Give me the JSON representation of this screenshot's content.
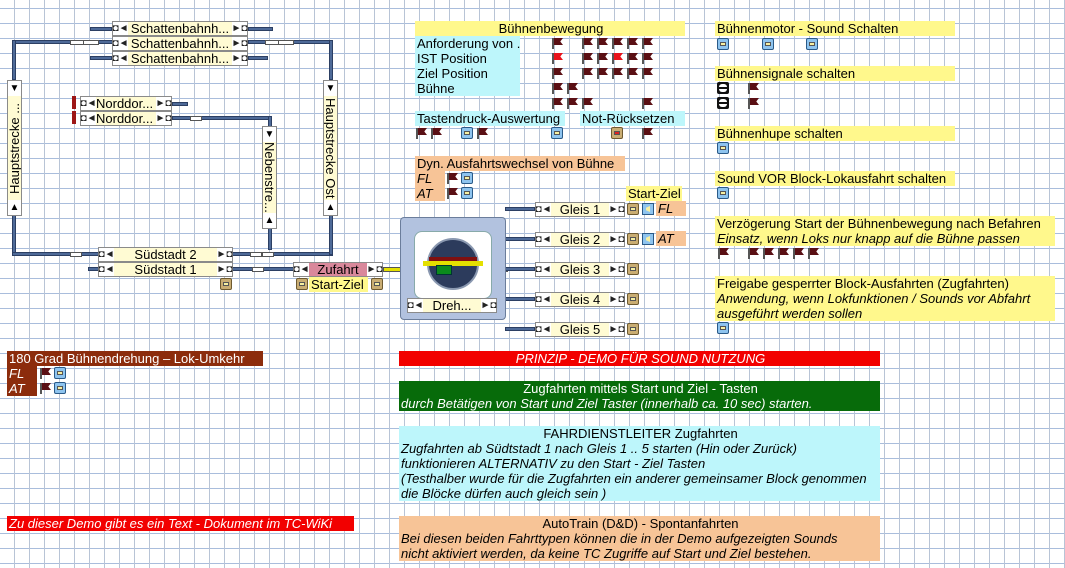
{
  "layout_blocks": {
    "schatten": [
      "Schattenbahnh...",
      "Schattenbahnh...",
      "Schattenbahnh..."
    ],
    "norddorf": [
      "Norddor...",
      "Norddor..."
    ],
    "hauptstrecke_west": "Hauptstrecke ...",
    "nebenstrecke": "Nebenstre...",
    "hauptstrecke_ost": "Hauptstrecke Ost",
    "suedstadt": [
      "Südstadt 2",
      "Südstadt 1"
    ],
    "zufahrt": "Zufahrt",
    "start_ziel_left": "Start-Ziel",
    "turntable_block": "Dreh...",
    "gleise": [
      "Gleis 1",
      "Gleis 2",
      "Gleis 3",
      "Gleis 4",
      "Gleis 5"
    ],
    "start_ziel_right": "Start-Ziel",
    "gleis_tags": [
      "FL",
      "AT"
    ]
  },
  "buehnenbewegung": {
    "title": "Bühnenbewegung",
    "rows": [
      "Anforderung von .",
      "IST Position",
      "Ziel Position",
      "Bühne"
    ],
    "tastendruck": "Tastendruck-Auswertung",
    "not_ruecksetzen": "Not-Rücksetzen"
  },
  "dyn_ausfahrt": {
    "title": "Dyn. Ausfahrtswechsel von Bühne",
    "rows": [
      "FL",
      "AT"
    ]
  },
  "right_panel": {
    "motor_sound": "Bühnenmotor - Sound Schalten",
    "signale": "Bühnensignale schalten",
    "hupe": "Bühnenhupe schalten",
    "sound_vor": "Sound VOR Block-Lokausfahrt schalten",
    "verzoegerung_title": "Verzögerung Start der Bühnenbewegung nach Befahren",
    "verzoegerung_note": "Einsatz, wenn Loks nur knapp auf die Bühne passen",
    "freigabe_title": "Freigabe gesperrter Block-Ausfahrten (Zugfahrten)",
    "freigabe_note1": "Anwendung, wenn Lokfunktionen / Sounds vor Abfahrt",
    "freigabe_note2": "ausgeführt werden sollen"
  },
  "umkehr": {
    "title": "180 Grad Bühnendrehung – Lok-Umkehr",
    "rows": [
      "FL",
      "AT"
    ]
  },
  "info": {
    "prinzip": "PRINZIP - DEMO  FÜR  SOUND NUTZUNG",
    "zug_title": "Zugfahrten mittels Start und Ziel - Tasten",
    "zug_note": "durch Betätigen von Start und Ziel Taster (innerhalb ca. 10 sec) starten.",
    "fdl_title": "FAHRDIENSTLEITER   Zugfahrten",
    "fdl_lines": [
      "Zugfahrten ab Südtstadt 1 nach Gleis 1 .. 5 starten (Hin oder Zurück)",
      "funktionieren ALTERNATIV zu den Start - Ziel Tasten",
      "(Testhalber wurde für die Zugfahrten ein anderer gemeinsamer Block genommen",
      "die Blöcke dürfen auch gleich sein )"
    ],
    "wiki": "Zu dieser Demo gibt es ein Text - Dokument im TC-WiKi",
    "autotrain_title": "AutoTrain (D&D) - Spontanfahrten",
    "autotrain_lines": [
      "Bei diesen beiden Fahrttypen können die in der Demo aufgezeigten Sounds",
      "nicht aktiviert werden, da keine TC Zugriffe auf Start und Ziel bestehen."
    ]
  },
  "colors": {
    "track": "#4e6a98",
    "label_yellow": "#fff88c",
    "label_cyan": "#bdf6fb",
    "label_orange": "#f7c497",
    "label_brown": "#8c2c0c",
    "alert_red": "#f20000",
    "info_green": "#076b0a",
    "flag_off": "#5a0f14",
    "flag_on": "#e8121a"
  }
}
